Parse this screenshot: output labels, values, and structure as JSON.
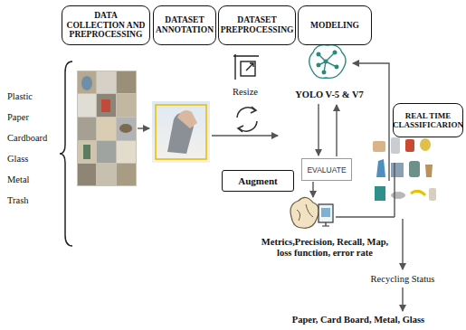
{
  "diagram": {
    "nodes": [
      {
        "text": [
          "DATA COLLECTION AND PREPROCESSING"
        ]
      },
      {
        "text": [
          "DATASET ANNOTATION"
        ]
      },
      {
        "text": [
          "DATASET PREPROCESSING"
        ]
      },
      {
        "text": [
          "MODELING"
        ]
      },
      {
        "text": [
          "Augment"
        ]
      },
      {
        "text": [
          "EVALUATE"
        ]
      },
      {
        "text": [
          "REAL TIME CLASSIFICARION"
        ]
      }
    ],
    "labels": [
      "Plastic",
      "Paper",
      "Cardboard",
      "Glass",
      "Metal",
      "Trash",
      "Resize",
      "YOLO V-5 & V7",
      "Metrics,Precision, Recall, Map, loss function, error rate",
      "Recycling Status",
      "Paper, Card Board, Metal, Glass"
    ]
  }
}
